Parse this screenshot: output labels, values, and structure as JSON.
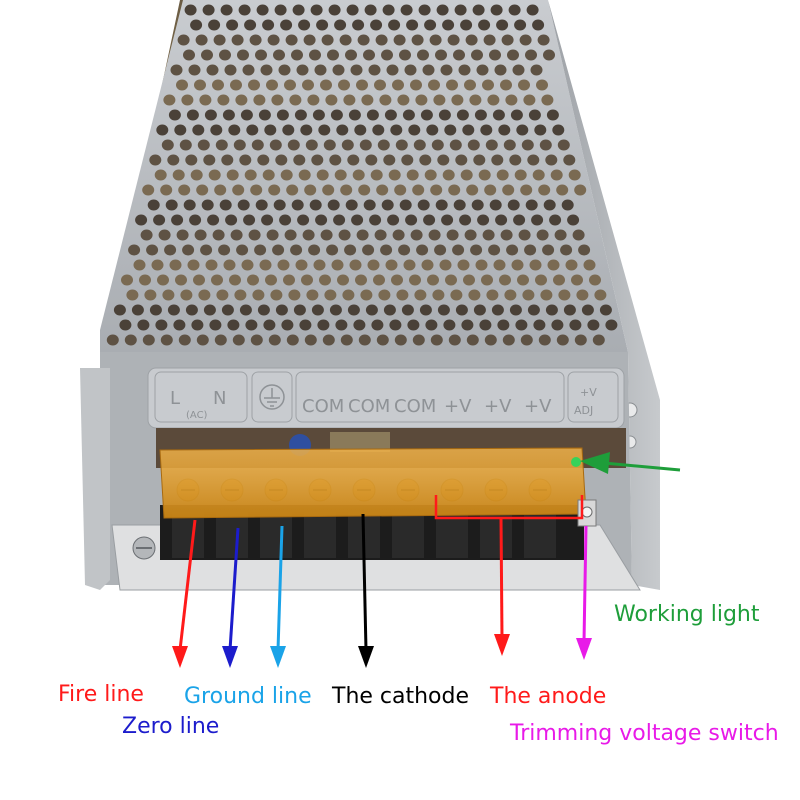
{
  "terminal_markings": {
    "live": "L",
    "neutral": "N",
    "ac": "(AC)",
    "com_1": "COM",
    "com_2": "COM",
    "com_3": "COM",
    "v_plus_1": "+V",
    "v_plus_2": "+V",
    "v_plus_3": "+V",
    "adj_top": "+V",
    "adj_bottom": "ADJ"
  },
  "labels": {
    "fire_line": "Fire line",
    "zero_line": "Zero line",
    "ground_line": "Ground line",
    "cathode": "The cathode",
    "anode": "The anode",
    "trimming_switch": "Trimming voltage switch",
    "working_light": "Working light"
  },
  "colors": {
    "fire_line": "#ff1a1a",
    "zero_line": "#1c1ccc",
    "ground_line": "#1aa3e8",
    "cathode": "#000000",
    "anode": "#ff1a1a",
    "trimming_switch": "#e81ae8",
    "working_light": "#1e9e3a",
    "housing": "#b8bcc0",
    "terminal_cover": "#d9921a"
  },
  "icons": [
    "ground-symbol-icon",
    "adjust-potentiometer-icon",
    "led-indicator-icon"
  ]
}
